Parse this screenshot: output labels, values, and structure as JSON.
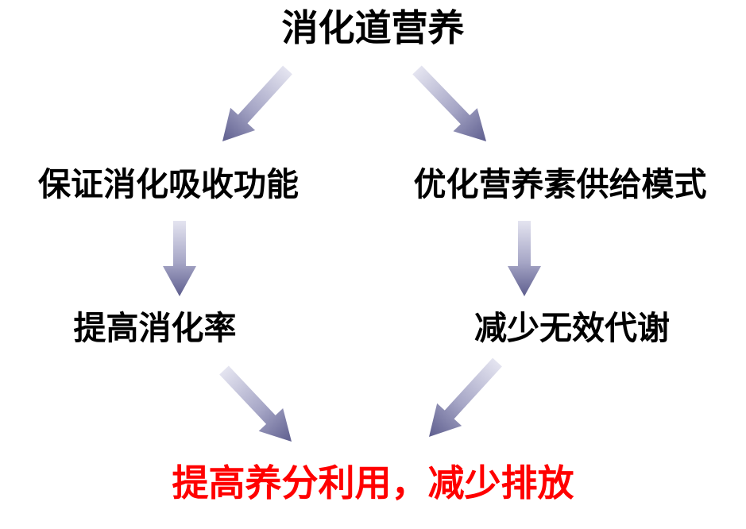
{
  "nodes": {
    "top": "消化道营养",
    "left_1": "保证消化吸收功能",
    "right_1": "优化营养素供给模式",
    "left_2": "提高消化率",
    "right_2": "减少无效代谢",
    "bottom": "提高养分利用，减少排放"
  },
  "colors": {
    "text": "#000000",
    "emphasis": "#ff0000",
    "arrow_light": "#e4e4f0",
    "arrow_dark": "#5e5e8e"
  },
  "edges": [
    {
      "from": "top",
      "to": "left_1"
    },
    {
      "from": "top",
      "to": "right_1"
    },
    {
      "from": "left_1",
      "to": "left_2"
    },
    {
      "from": "right_1",
      "to": "right_2"
    },
    {
      "from": "left_2",
      "to": "bottom"
    },
    {
      "from": "right_2",
      "to": "bottom"
    }
  ]
}
